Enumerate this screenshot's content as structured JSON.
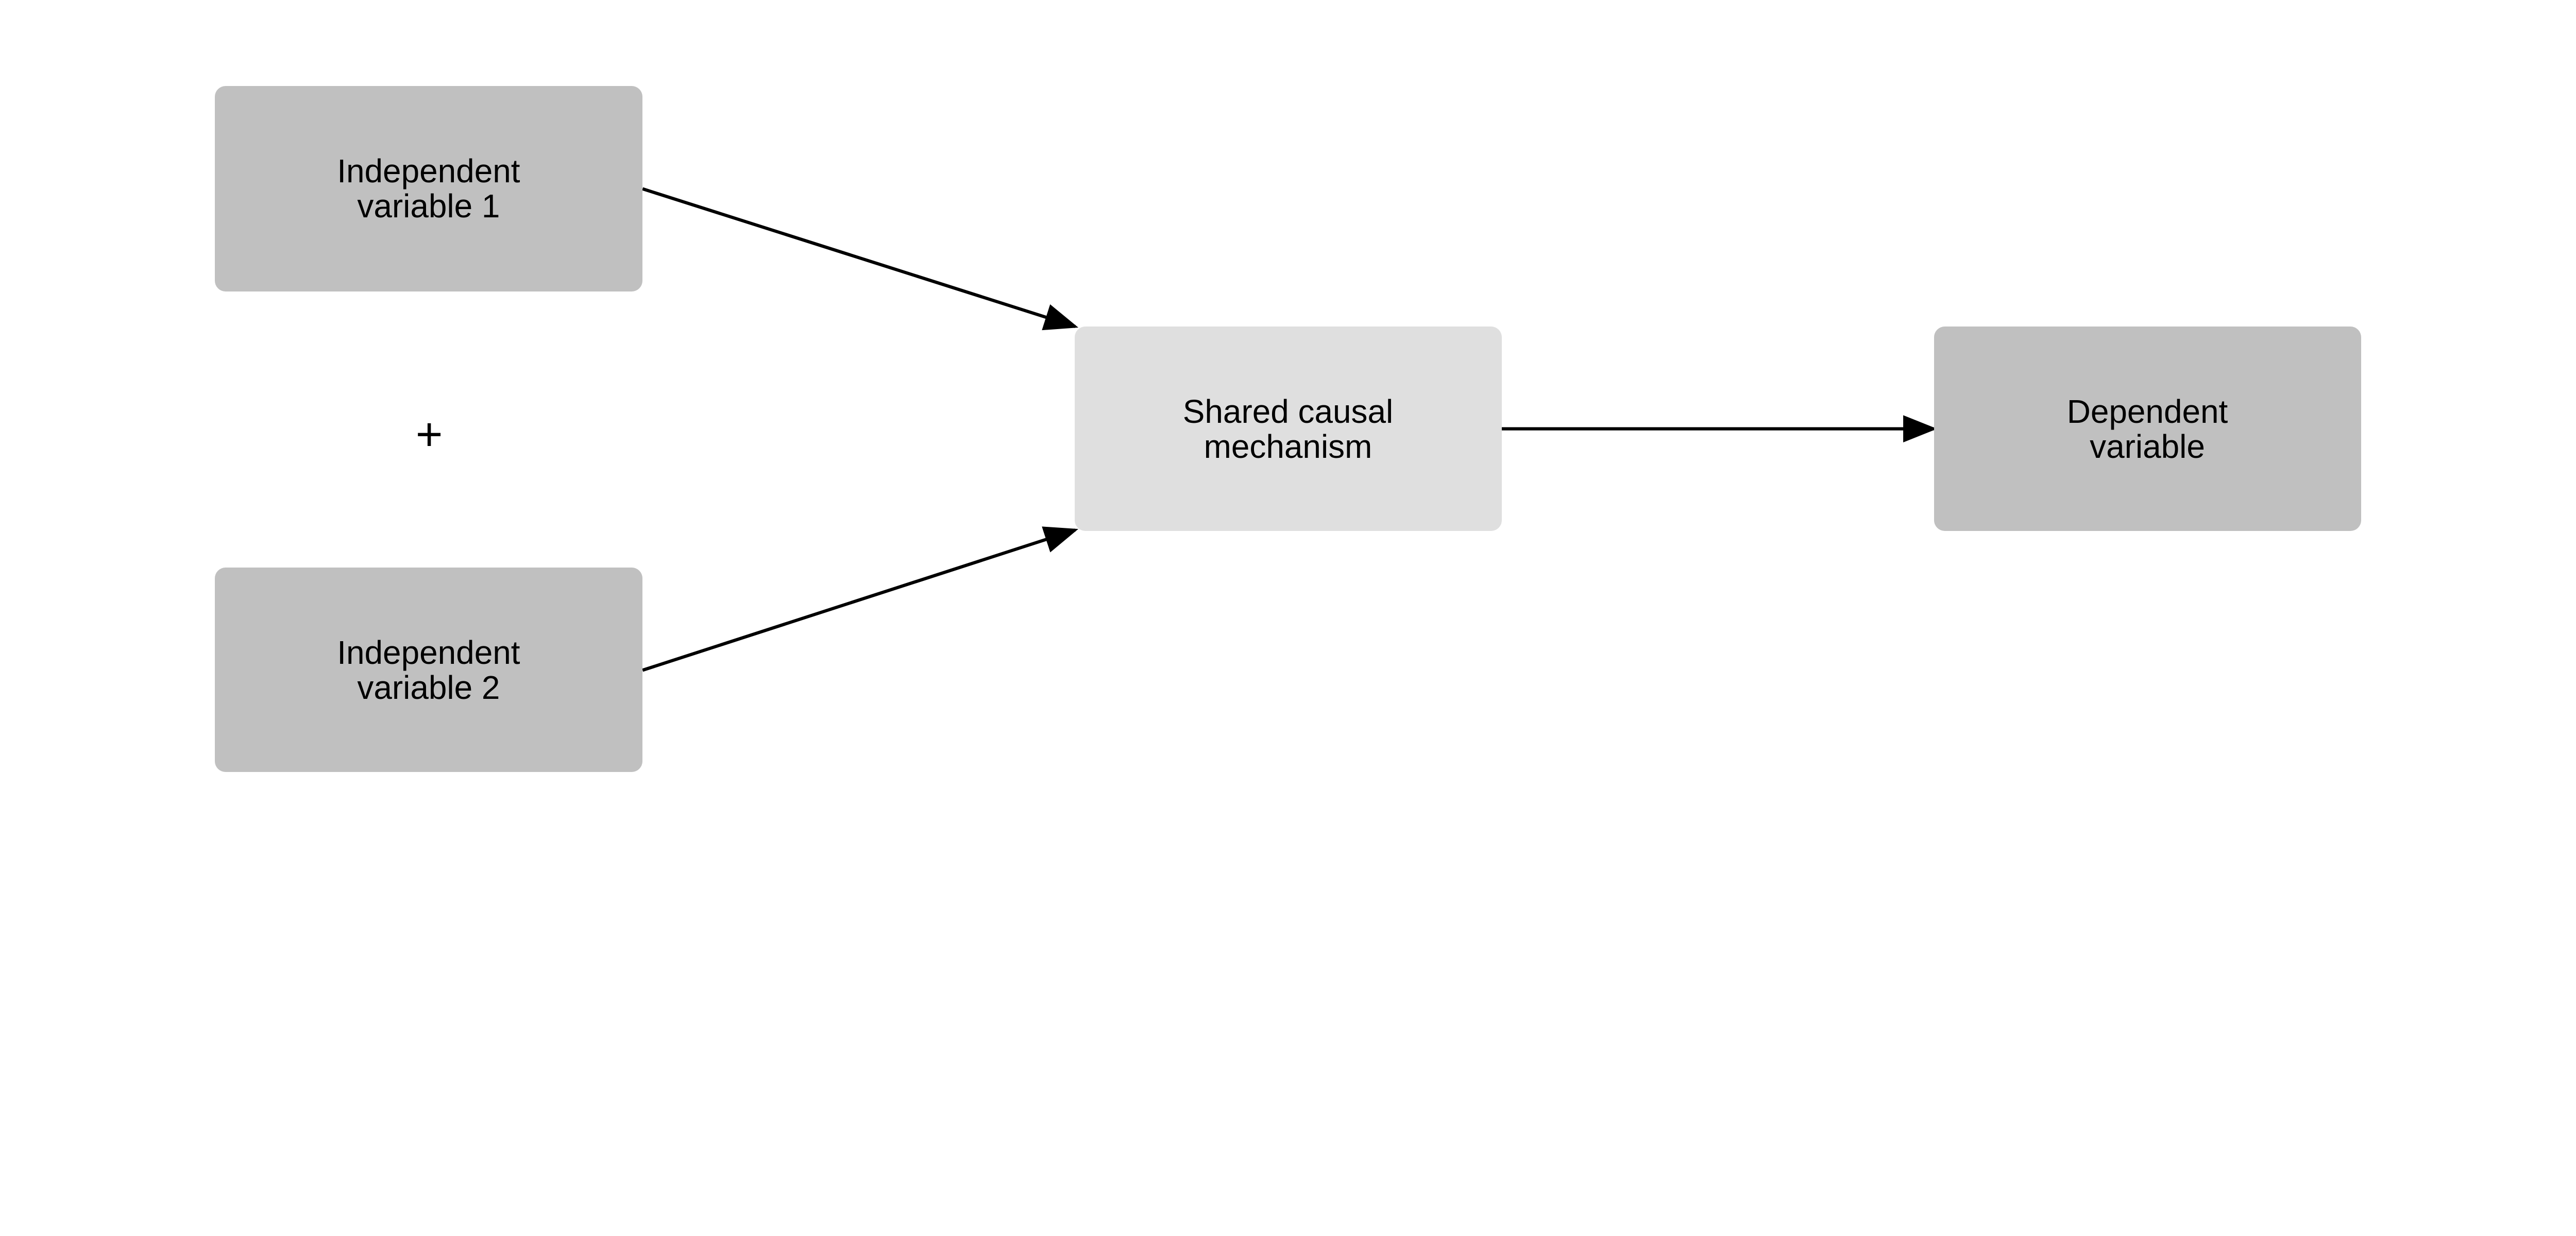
{
  "nodes": {
    "iv1": {
      "line1": "Independent",
      "line2": "variable 1"
    },
    "iv2": {
      "line1": "Independent",
      "line2": "variable 2"
    },
    "mechanism": {
      "line1": "Shared causal",
      "line2": "mechanism"
    },
    "dv": {
      "line1": "Dependent",
      "line2": "variable"
    }
  },
  "operator": "+",
  "colors": {
    "independent": "#c0c0c0",
    "mechanism": "#dfdfdf",
    "dependent": "#c0c0c0",
    "edge": "#000000"
  },
  "edges": [
    {
      "from": "iv1",
      "to": "mechanism"
    },
    {
      "from": "iv2",
      "to": "mechanism"
    },
    {
      "from": "mechanism",
      "to": "dv"
    }
  ]
}
